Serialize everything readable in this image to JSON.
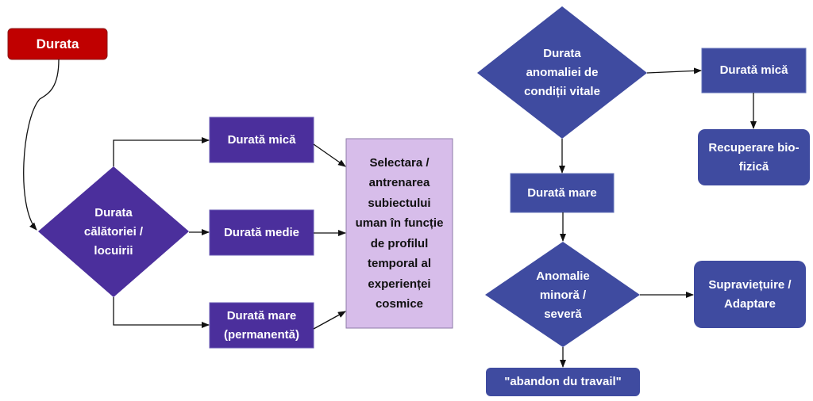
{
  "colors": {
    "start": "#c00000",
    "left_purple": "#4b2f9c",
    "right_blue": "#3f4ba0",
    "result_lilac": "#d7bdea",
    "arrow": "#111111"
  },
  "left": {
    "start": "Durata",
    "decision": "Durata călătoriei / locuirii",
    "short": "Durată mică",
    "medium": "Durată medie",
    "long": "Durată mare (permanentă)",
    "result": "Selectara / antrenarea subiectului uman în funcție de profilul temporal al experienței cosmice"
  },
  "right": {
    "decision1": "Durata anomaliei de condiții vitale",
    "short": "Durată mică",
    "recovery": "Recuperare bio-fizică",
    "long": "Durată mare",
    "decision2": "Anomalie minoră / severă",
    "survival": "Supraviețuire / Adaptare",
    "abandon": "\"abandon du travail\""
  }
}
